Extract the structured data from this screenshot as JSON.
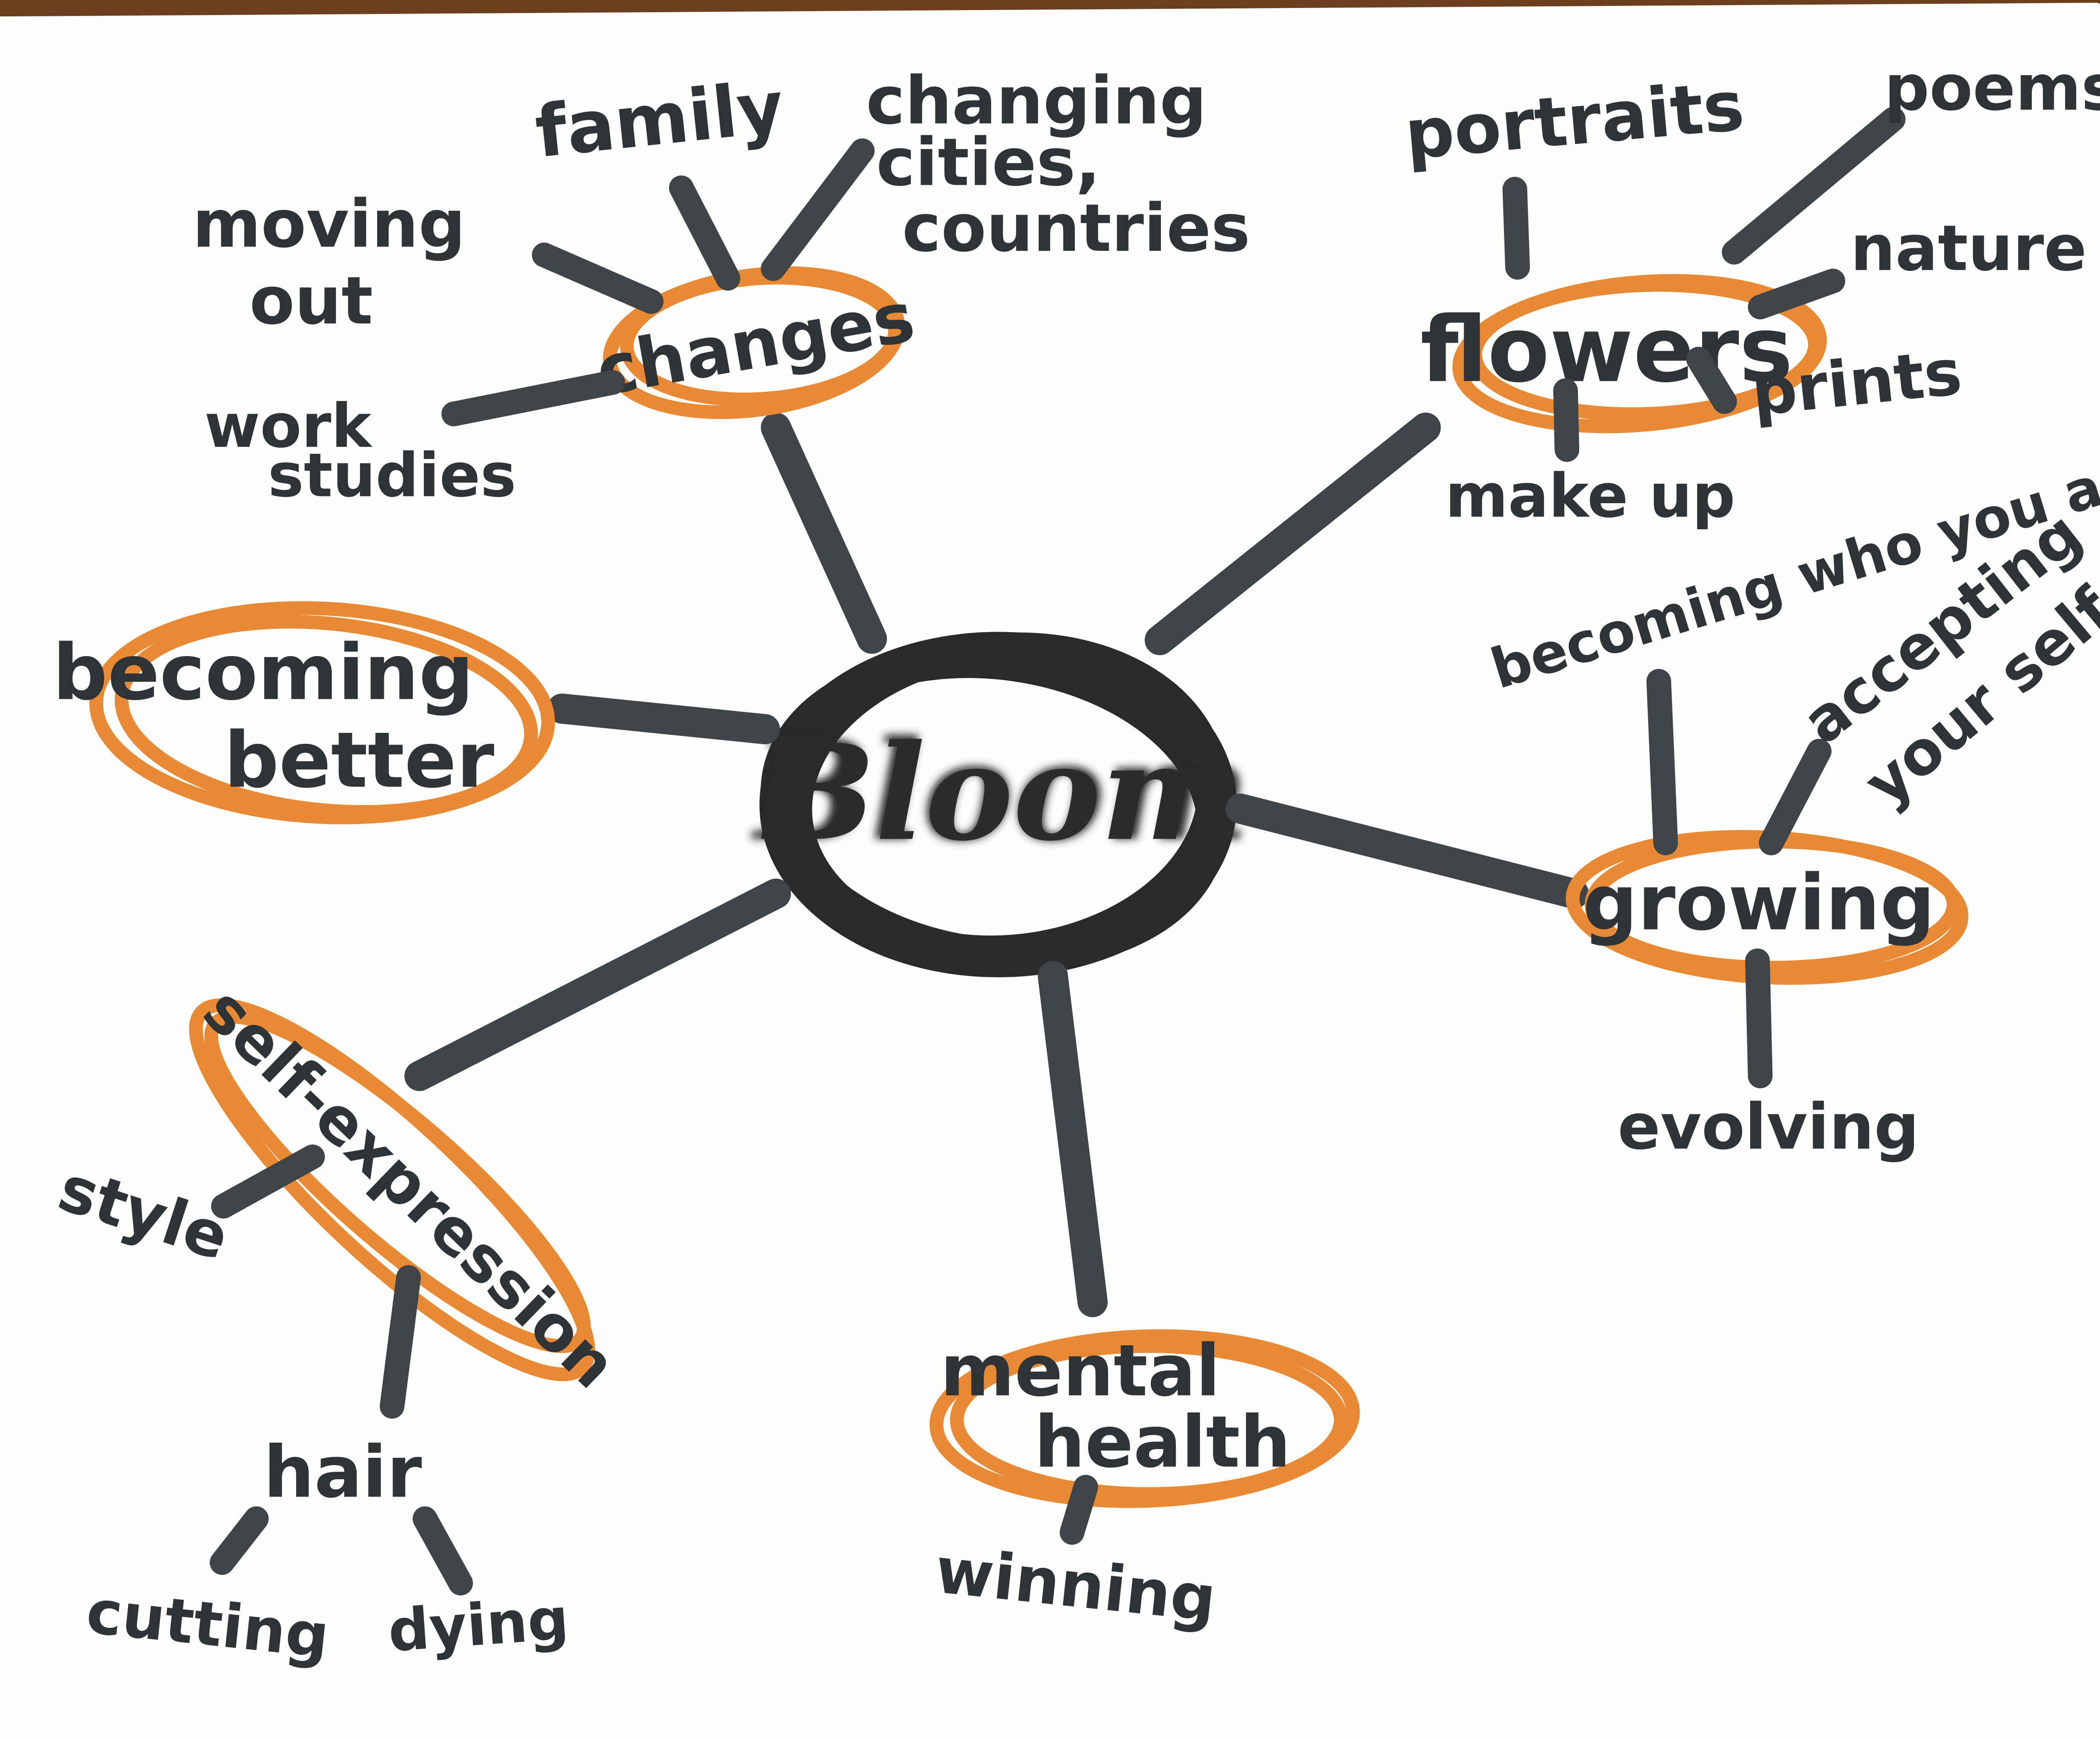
{
  "mindmap": {
    "center": "Bloom",
    "branches": {
      "changes": {
        "label": "changes",
        "children": {
          "family": "family",
          "changing": "changing",
          "cities": "cities,",
          "countries": "countries",
          "moving": "moving",
          "out": "out",
          "work": "work",
          "studies": "studies"
        }
      },
      "flowers": {
        "label": "flowers",
        "children": {
          "portraits": "portraits",
          "poems": "poems",
          "nature": "nature",
          "prints": "prints",
          "make_up": "make up"
        }
      },
      "becoming_better": {
        "line1": "becoming",
        "line2": "better"
      },
      "growing": {
        "label": "growing",
        "children": {
          "becoming_who": "becoming who you are",
          "accepting": "accepting",
          "yourself": "your self",
          "evolving": "evolving"
        }
      },
      "self_expression": {
        "label": "self-expression",
        "children": {
          "style": "style",
          "hair": "hair",
          "cutting": "cutting",
          "dying": "dying"
        }
      },
      "mental_health": {
        "line1": "mental",
        "line2": "health",
        "children": {
          "winning": "winning"
        }
      }
    }
  },
  "colors": {
    "paper": "#fdfdfb",
    "ink": "#2f3336",
    "orange": "#e88a35",
    "pink": "#e48aa5",
    "frame": "#6b3f1e"
  }
}
